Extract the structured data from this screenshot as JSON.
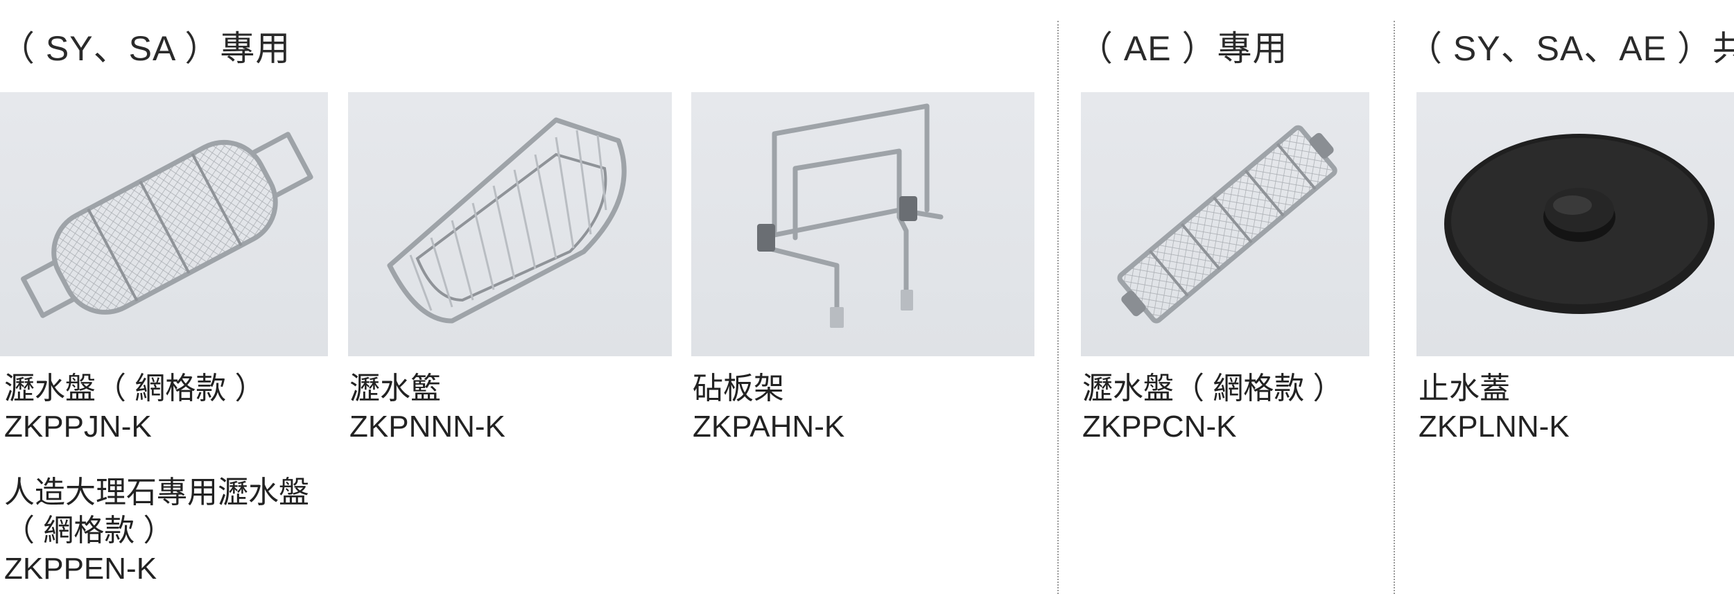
{
  "sections": [
    {
      "title": "（ SY、SA ）專用"
    },
    {
      "title": "（ AE ）專用"
    },
    {
      "title": "（ SY、SA、AE ）共用"
    }
  ],
  "products": [
    {
      "name": "瀝水盤（ 網格款 ）",
      "code": "ZKPPJN-K",
      "icon": "mesh-drain-tray-icon"
    },
    {
      "name": "人造大理石專用瀝水盤（ 網格款 ）",
      "name_line1": "人造大理石專用瀝水盤",
      "name_line2": "（ 網格款 ）",
      "code": "ZKPPEN-K"
    },
    {
      "name": "瀝水籃",
      "code": "ZKPNNN-K",
      "icon": "drain-basket-icon"
    },
    {
      "name": "砧板架",
      "code": "ZKPAHN-K",
      "icon": "cutting-board-rack-icon"
    },
    {
      "name": "瀝水盤（ 網格款 ）",
      "code": "ZKPPCN-K",
      "icon": "narrow-mesh-tray-icon"
    },
    {
      "name": "止水蓋",
      "code": "ZKPLNN-K",
      "icon": "drain-stopper-cap-icon"
    }
  ],
  "colors": {
    "photo_bg": "#e3e5e9",
    "text": "#222222",
    "divider": "#9a9a9a",
    "stopper": "#1f1f1f"
  }
}
